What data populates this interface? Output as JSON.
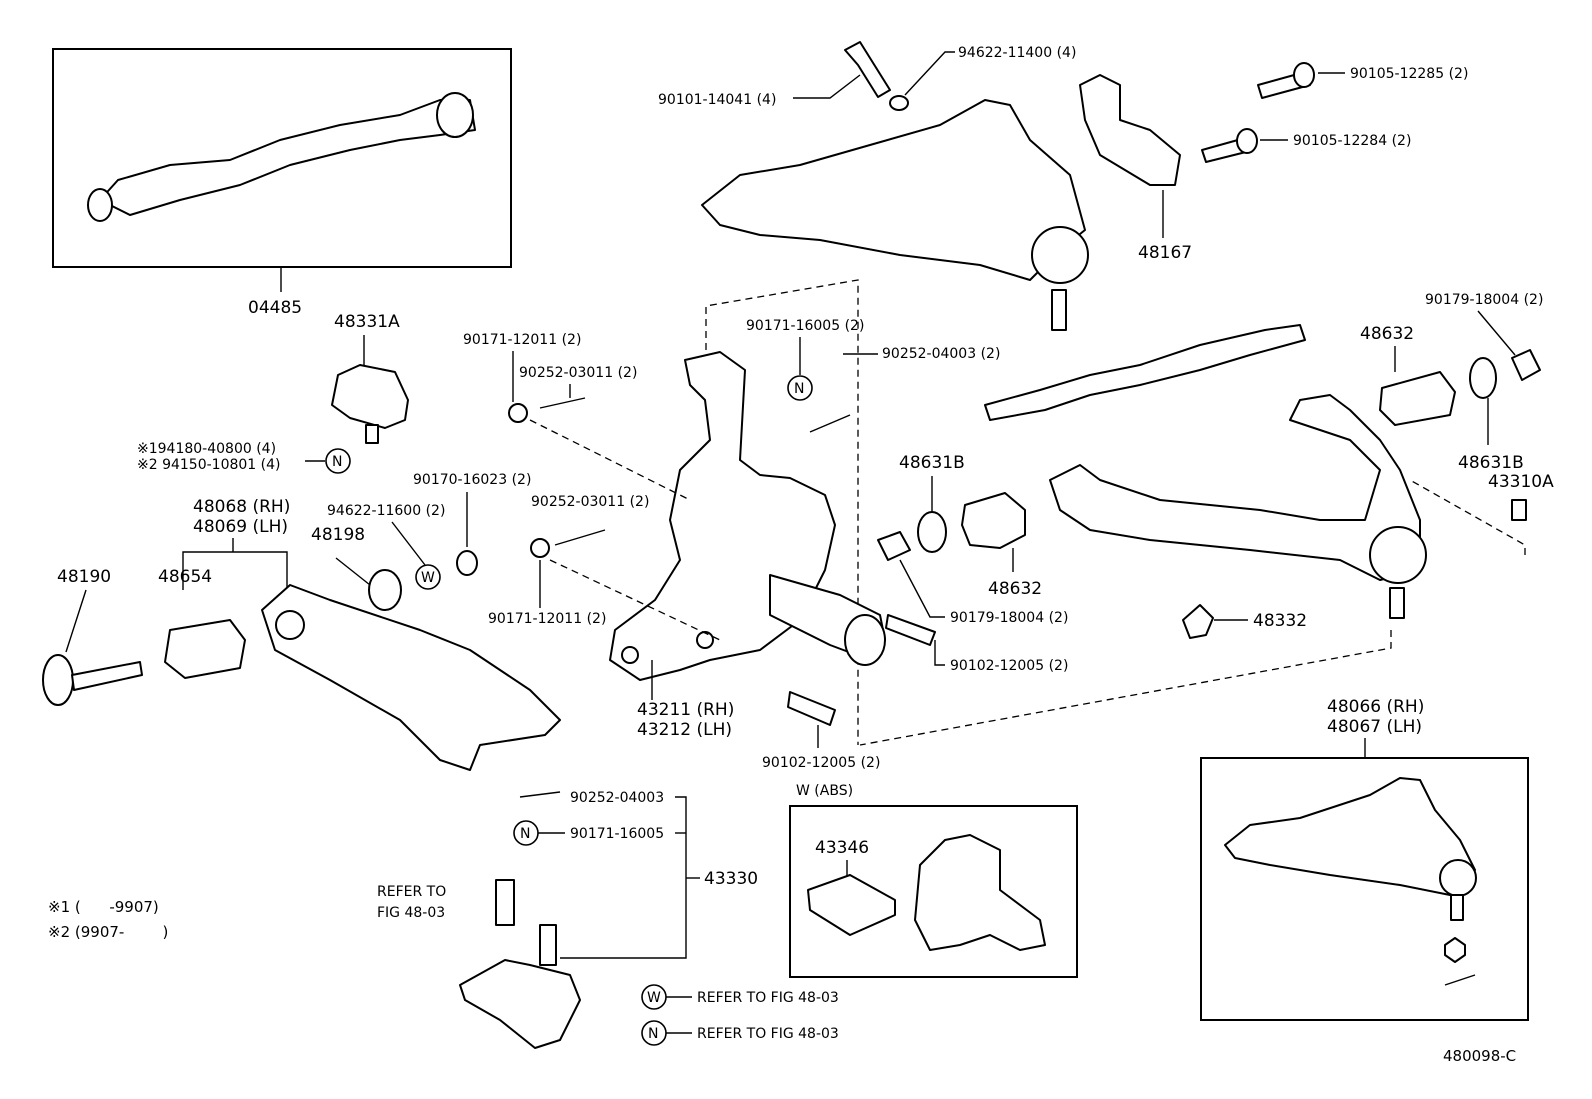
{
  "diagram_id": "480098-C",
  "parts": {
    "p04485": "04485",
    "p48331A": "48331A",
    "p90171_12011_a": "90171-12011 (2)",
    "p90252_03011_a": "90252-03011 (2)",
    "p90171_16005": "90171-16005 (2)",
    "p90252_04003": "90252-04003 (2)",
    "p90101_14041": "90101-14041 (4)",
    "p94622_11400": "94622-11400 (4)",
    "p90105_12285": "90105-12285 (2)",
    "p90105_12284": "90105-12284 (2)",
    "p48167": "48167",
    "p90179_18004_a": "90179-18004 (2)",
    "p48632_a": "48632",
    "p48631B_a": "48631B",
    "p43310A": "43310A",
    "p48631B_b": "48631B",
    "p48632_b": "48632",
    "p90179_18004_b": "90179-18004 (2)",
    "p90102_12005_a": "90102-12005 (2)",
    "p48332": "48332",
    "p94180_40800": "※194180-40800 (4)",
    "p94150_10801": "※2 94150-10801 (4)",
    "p90170_16023": "90170-16023 (2)",
    "p90252_03011_b": "90252-03011 (2)",
    "p94622_11600": "94622-11600 (2)",
    "p48068": "48068 (RH)",
    "p48069": "48069 (LH)",
    "p48198": "48198",
    "p48190": "48190",
    "p48654": "48654",
    "p90171_12011_b": "90171-12011 (2)",
    "p43211": "43211 (RH)",
    "p43212": "43212 (LH)",
    "p90102_12005_b": "90102-12005 (2)",
    "p48066": "48066 (RH)",
    "p48067": "48067 (LH)",
    "p90252_04003_b": "90252-04003",
    "p90171_16005_b": "90171-16005",
    "p43330": "43330",
    "refer_to": "REFER TO",
    "fig_48_03": "FIG 48-03",
    "w_abs": "W (ABS)",
    "p43346": "43346",
    "refer_w": "REFER TO FIG 48-03",
    "refer_n": "REFER TO FIG 48-03",
    "note1": "※1 (      -9907)",
    "note2": "※2 (9907-        )"
  },
  "symbols": {
    "n": "N",
    "w": "W"
  }
}
